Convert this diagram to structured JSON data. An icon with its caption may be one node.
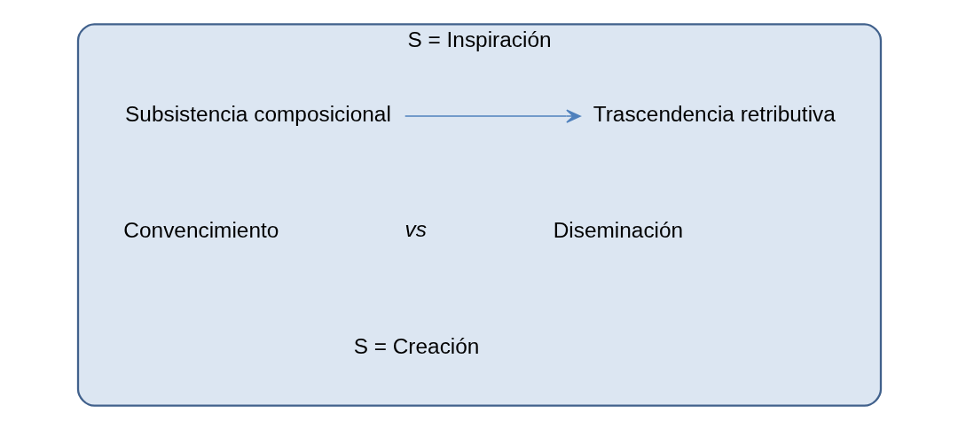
{
  "diagram": {
    "nodes": [
      {
        "text": [
          "S = Inspiración",
          "S = Creación"
        ]
      },
      {
        "text": [
          "Subsistencia composicional"
        ],
        "in": 0
      },
      {
        "text": [
          "Trascendencia retributiva"
        ],
        "in": 0
      }
    ],
    "edges": [
      {
        "from": 1,
        "to": 2,
        "arrow": "to"
      }
    ],
    "labels": [
      "Convencimiento",
      "vs",
      "Diseminación"
    ]
  }
}
